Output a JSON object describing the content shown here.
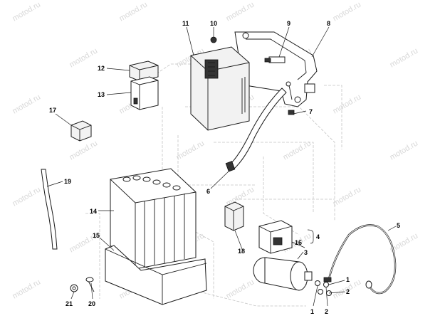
{
  "watermark": "motod.ru",
  "callouts": [
    "1",
    "2",
    "3",
    "4",
    "5",
    "6",
    "7",
    "8",
    "9",
    "10",
    "11",
    "12",
    "13",
    "14",
    "15",
    "16",
    "17",
    "18",
    "19",
    "20",
    "21"
  ]
}
